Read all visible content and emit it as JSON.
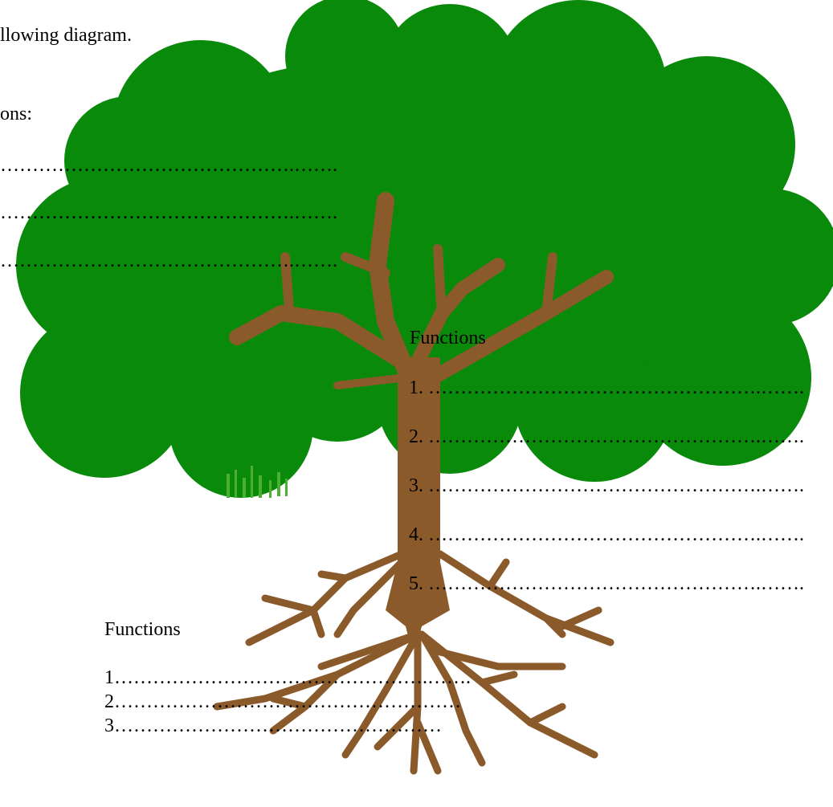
{
  "colors": {
    "foliage": "#0a8a0a",
    "trunk": "#8b5a2b",
    "grass": "#4caf2f"
  },
  "icons": {
    "tree": "tree-illustration"
  },
  "header": {
    "instruction_fragment": "llowing diagram.",
    "functions_fragment": "ons:"
  },
  "leaves_lines": [
    "……………………………………….…….",
    "……………………………………….…….",
    "……………………………………….……."
  ],
  "stem_section": {
    "heading": "Functions",
    "items": [
      "1. …………………………………………….…….",
      "2. …………………………………………….…….",
      "3. …………………………………………….…….",
      "4. …………………………………………….…….",
      "5. …………………………………………….……."
    ]
  },
  "root_section": {
    "heading": "Functions",
    "items": [
      "1………………………………………….…….",
      "2………………………………………………",
      "3……………………………………………"
    ]
  }
}
